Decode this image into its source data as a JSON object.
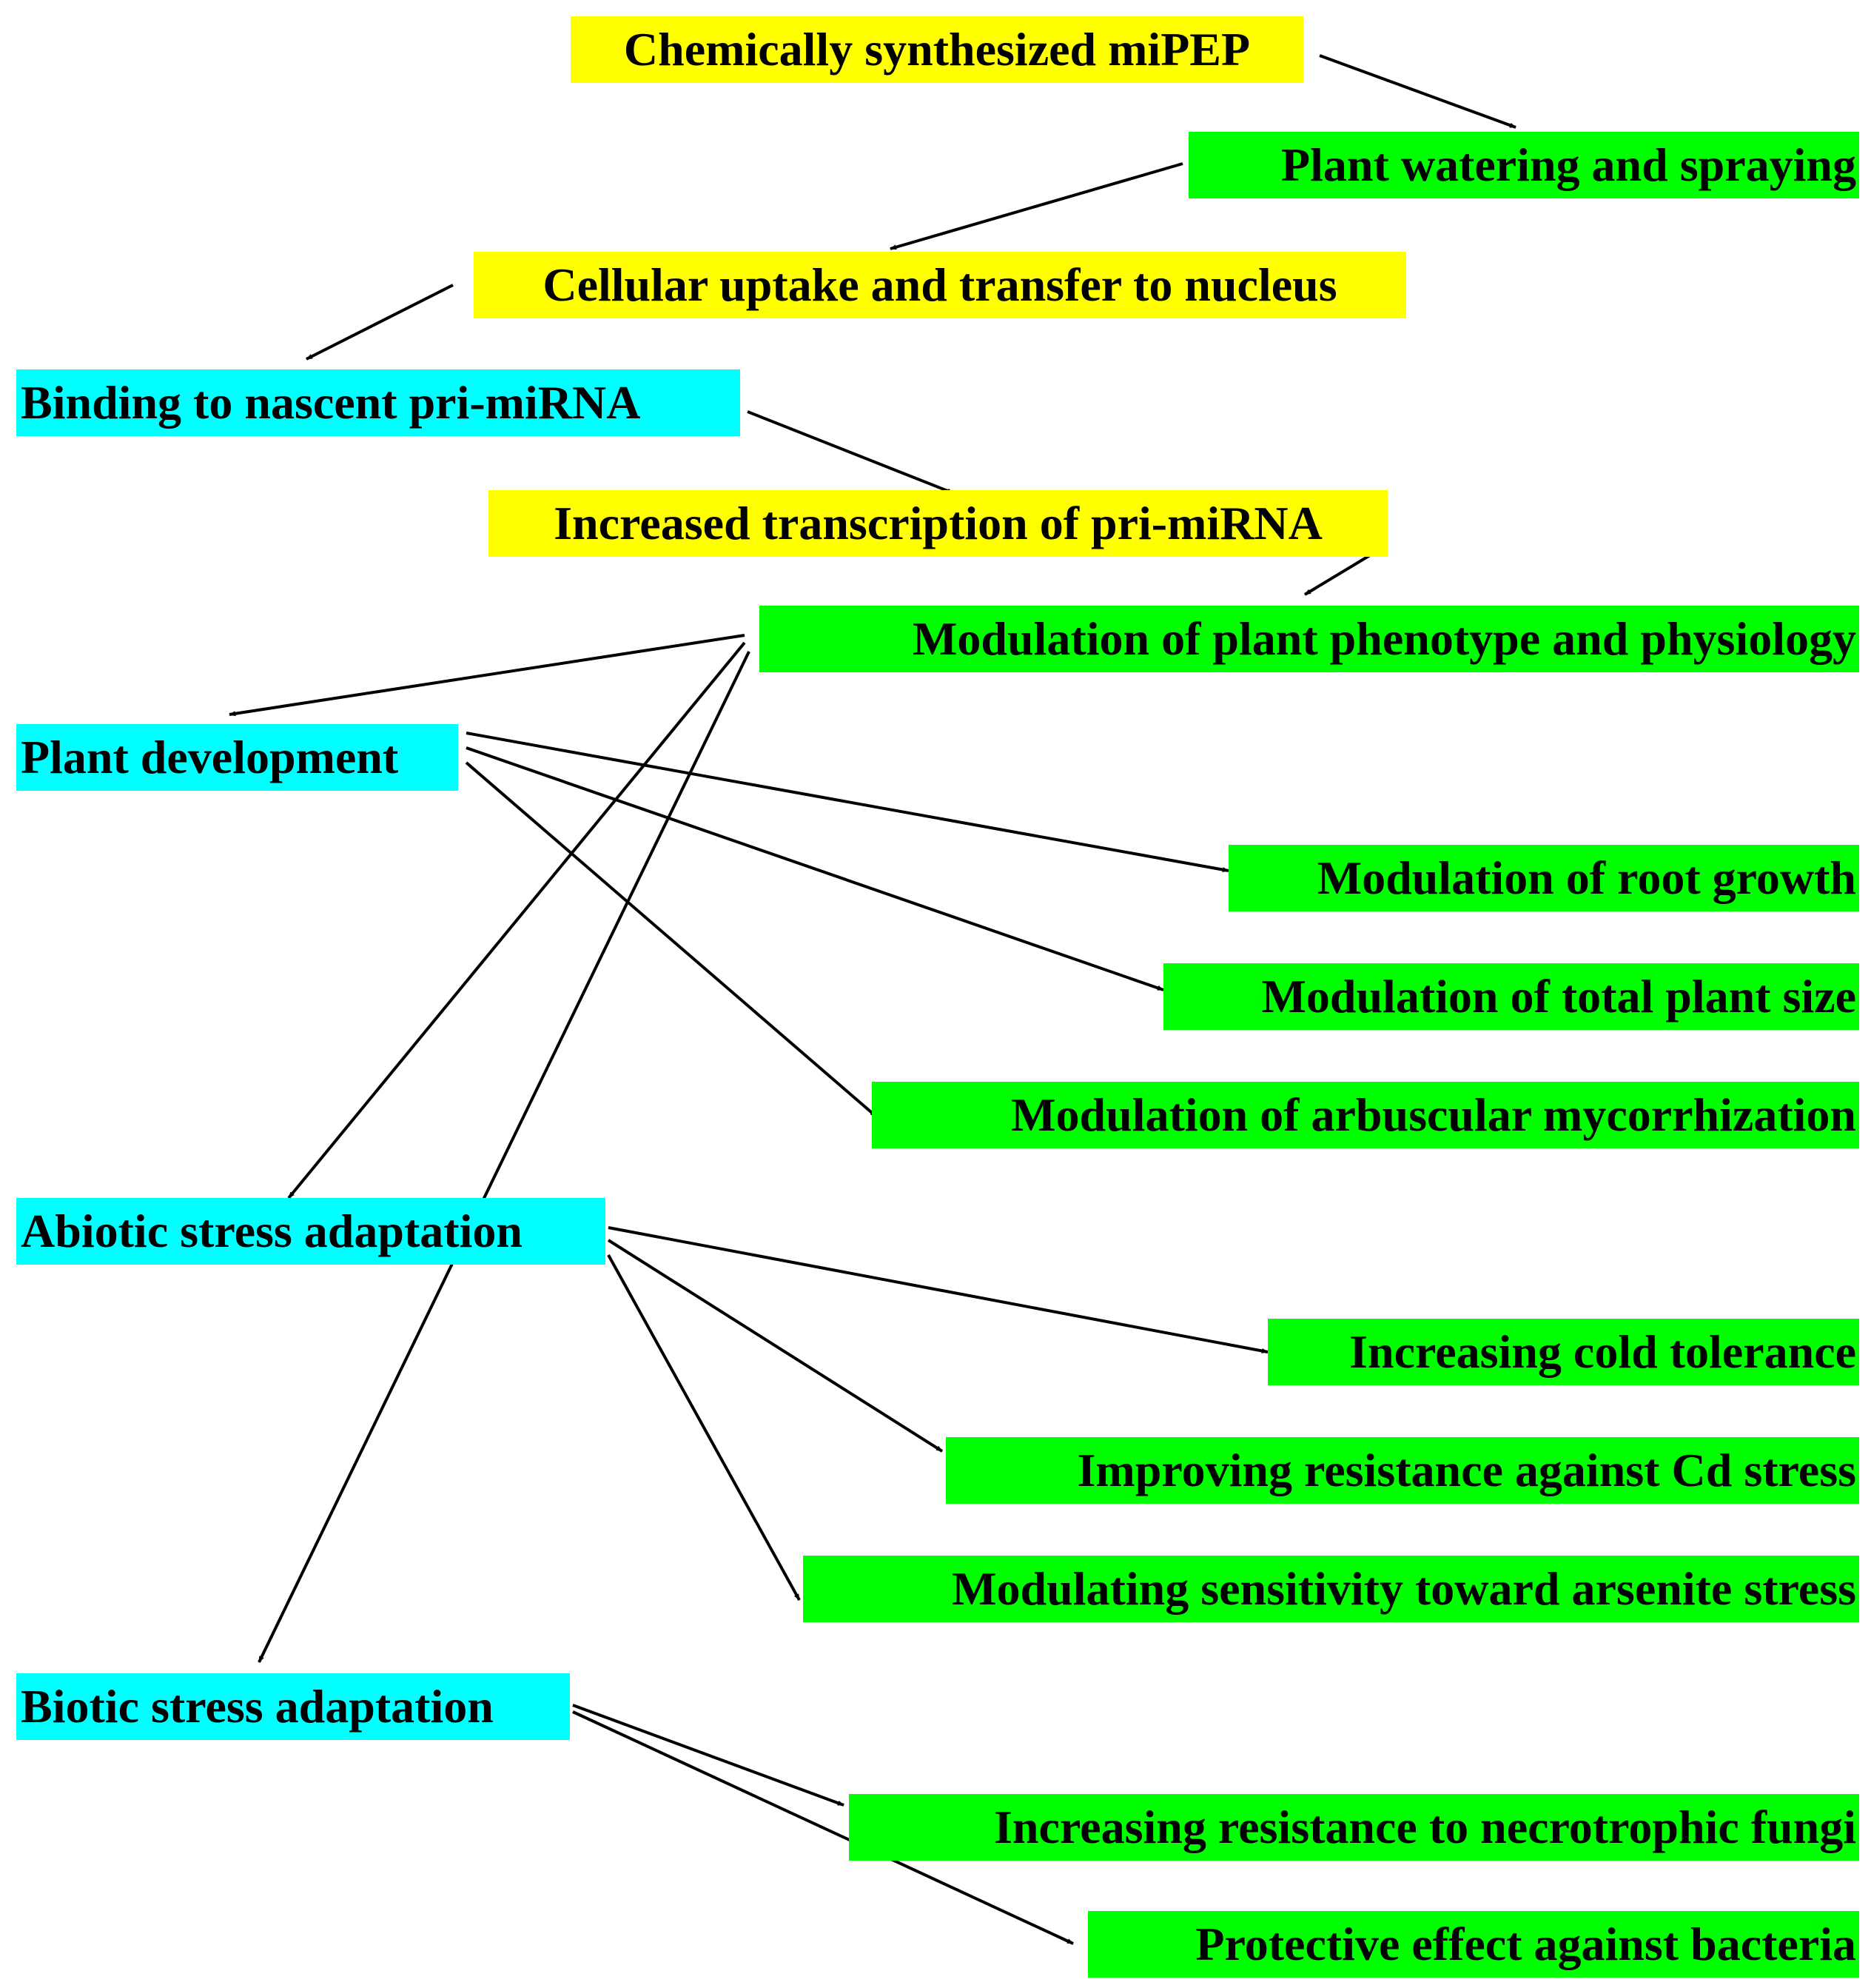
{
  "nodes": {
    "chemically_synthesized": "Chemically synthesized miPEP",
    "watering_spraying": "Plant watering and spraying",
    "cellular_uptake": "Cellular uptake and transfer to nucleus",
    "binding_pri_mirna": "Binding to nascent pri-miRNA",
    "increased_transcription": "Increased transcription of pri-miRNA",
    "modulation_phenotype": "Modulation of plant phenotype and physiology",
    "plant_development": "Plant development",
    "root_growth": "Modulation of root growth",
    "total_plant_size": "Modulation of total plant size",
    "arbuscular_mycorrhization": "Modulation of arbuscular mycorrhization",
    "abiotic_stress": "Abiotic stress adaptation",
    "cold_tolerance": "Increasing cold tolerance",
    "cd_stress": "Improving resistance against Cd stress",
    "arsenite_stress": "Modulating sensitivity toward arsenite stress",
    "biotic_stress": "Biotic stress adaptation",
    "necrotrophic_fungi": "Increasing resistance to necrotrophic fungi",
    "bacteria": "Protective effect against bacteria"
  },
  "colors": {
    "step_highlight": "#ffff00",
    "outcome_highlight": "#00ff00",
    "category_highlight": "#00ffff",
    "arrow": "#000000"
  },
  "edges": [
    [
      "chemically_synthesized",
      "watering_spraying"
    ],
    [
      "watering_spraying",
      "cellular_uptake"
    ],
    [
      "cellular_uptake",
      "binding_pri_mirna"
    ],
    [
      "binding_pri_mirna",
      "increased_transcription"
    ],
    [
      "increased_transcription",
      "modulation_phenotype"
    ],
    [
      "modulation_phenotype",
      "plant_development"
    ],
    [
      "modulation_phenotype",
      "abiotic_stress"
    ],
    [
      "modulation_phenotype",
      "biotic_stress"
    ],
    [
      "plant_development",
      "root_growth"
    ],
    [
      "plant_development",
      "total_plant_size"
    ],
    [
      "plant_development",
      "arbuscular_mycorrhization"
    ],
    [
      "abiotic_stress",
      "cold_tolerance"
    ],
    [
      "abiotic_stress",
      "cd_stress"
    ],
    [
      "abiotic_stress",
      "arsenite_stress"
    ],
    [
      "biotic_stress",
      "necrotrophic_fungi"
    ],
    [
      "biotic_stress",
      "bacteria"
    ]
  ]
}
